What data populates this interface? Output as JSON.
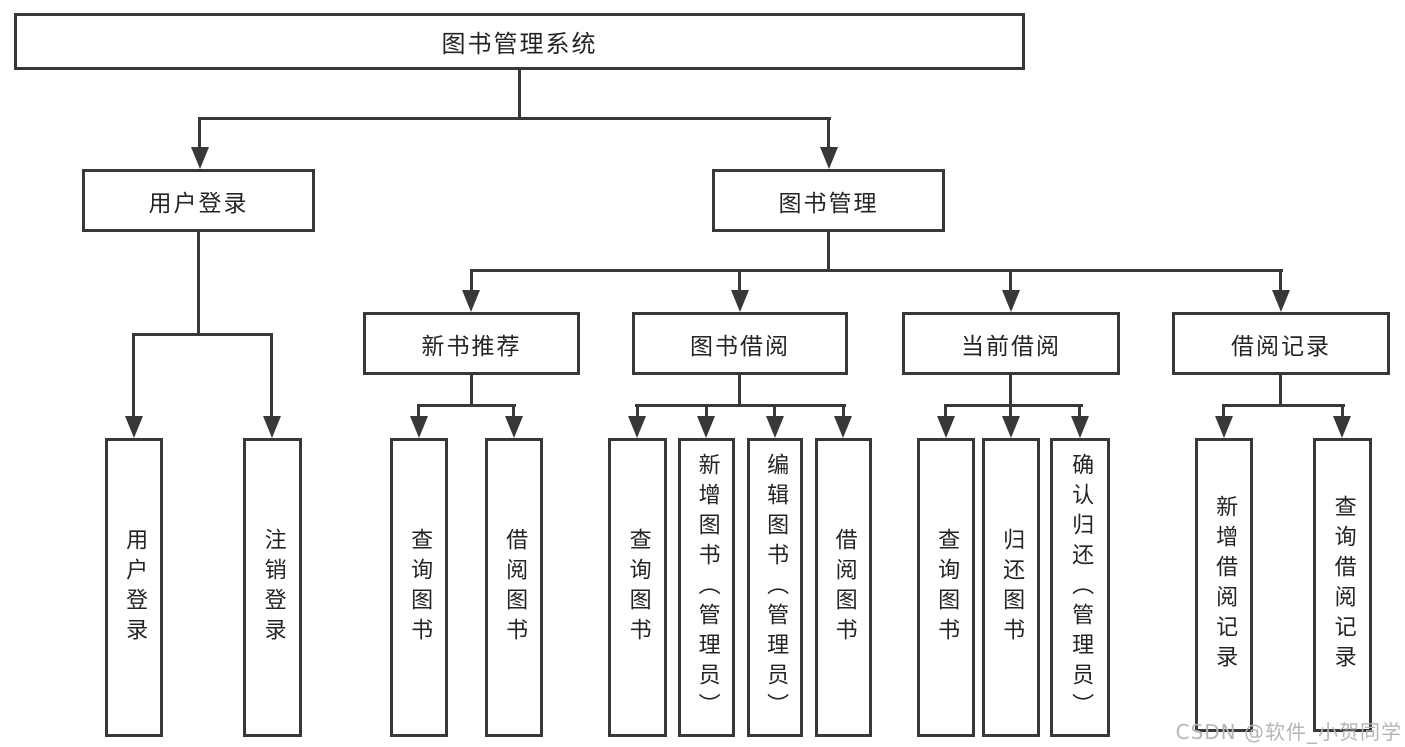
{
  "tree": {
    "root": {
      "label": "图书管理系统"
    },
    "user_login": {
      "label": "用户登录",
      "children": [
        "用户登录",
        "注销登录"
      ]
    },
    "book_management": {
      "label": "图书管理",
      "groups": [
        {
          "label": "新书推荐",
          "children": [
            "查询图书",
            "借阅图书"
          ]
        },
        {
          "label": "图书借阅",
          "children": [
            "查询图书",
            "新增图书（管理员）",
            "编辑图书（管理员）",
            "借阅图书"
          ]
        },
        {
          "label": "当前借阅",
          "children": [
            "查询图书",
            "归还图书",
            "确认归还（管理员）"
          ]
        },
        {
          "label": "借阅记录",
          "children": [
            "新增借阅记录",
            "查询借阅记录"
          ]
        }
      ]
    }
  },
  "watermark": "CSDN @软件_小贺同学",
  "colors": {
    "line": "#383838",
    "text": "#242424",
    "box_background": "#ffffff",
    "watermark": "#b6b6b6"
  }
}
